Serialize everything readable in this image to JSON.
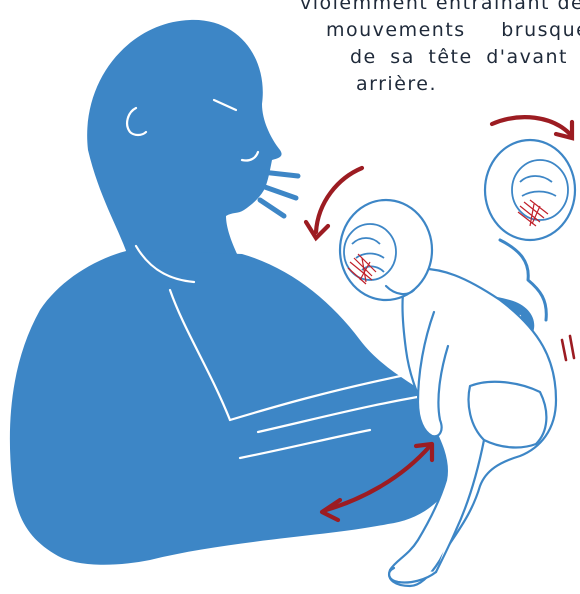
{
  "caption": {
    "line1": "violemment entraînant des",
    "line2": "mouvements brusques",
    "line3": "de sa tête d'avant en",
    "line4": "arrière."
  },
  "colors": {
    "adult_fill": "#3d86c6",
    "baby_outline": "#3d86c6",
    "arrow": "#9c1c22",
    "brain_fill": "#ffffff",
    "bleed": "#c0202a",
    "text": "#1f2a3a"
  },
  "icons": [
    "adult-silhouette",
    "baby-figure",
    "brain-icon",
    "rotation-arrow-icon",
    "double-arrow-icon",
    "motion-lines-icon",
    "speech-lines-icon"
  ]
}
